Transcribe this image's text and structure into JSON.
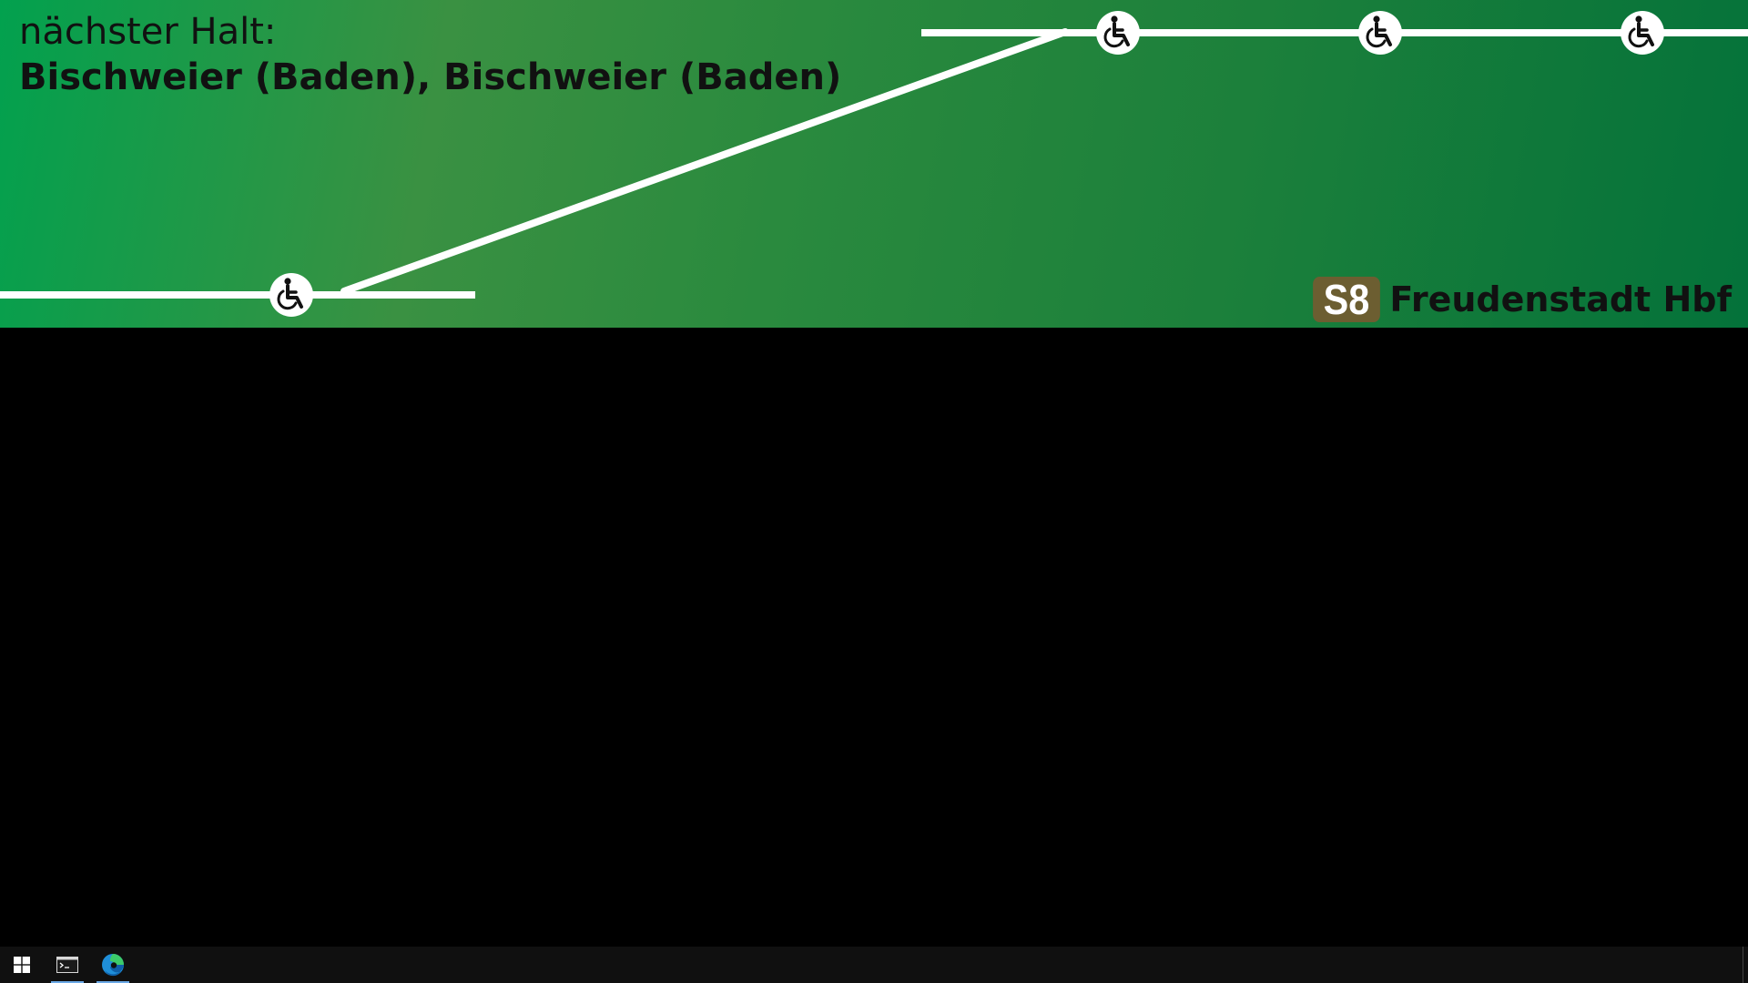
{
  "display": {
    "next_stop_label": "nächster Halt:",
    "next_stop_name": "Bischweier (Baden), Bischweier (Baden)",
    "line": "S8",
    "destination": "Freudenstadt Hbf",
    "colors": {
      "background_gradient": [
        "#02a14e",
        "#3a9142",
        "#1c803b",
        "#04723a"
      ],
      "route_line": "#ffffff",
      "line_badge": "#6c5e31",
      "text": "#111111"
    },
    "stop_icon": "wheelchair-accessible-icon"
  },
  "taskbar": {
    "items": [
      {
        "name": "start-button",
        "icon": "windows-logo-icon"
      },
      {
        "name": "terminal-app",
        "icon": "terminal-icon",
        "active": true
      },
      {
        "name": "edge-browser-app",
        "icon": "edge-browser-icon",
        "active": true
      }
    ]
  }
}
